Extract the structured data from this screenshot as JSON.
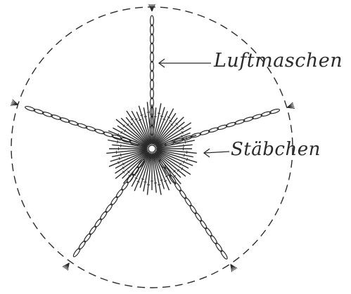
{
  "labels": {
    "luftmaschen": "Luftmaschen",
    "staebchen": "Stäbchen"
  },
  "colors": {
    "ink": "#2a2a2a",
    "paper": "#ffffff"
  },
  "figure": {
    "arm_count": 5,
    "description_icons": [
      "chain-stitch-arm",
      "stitch-burst-center",
      "dashed-outline-circle"
    ]
  }
}
